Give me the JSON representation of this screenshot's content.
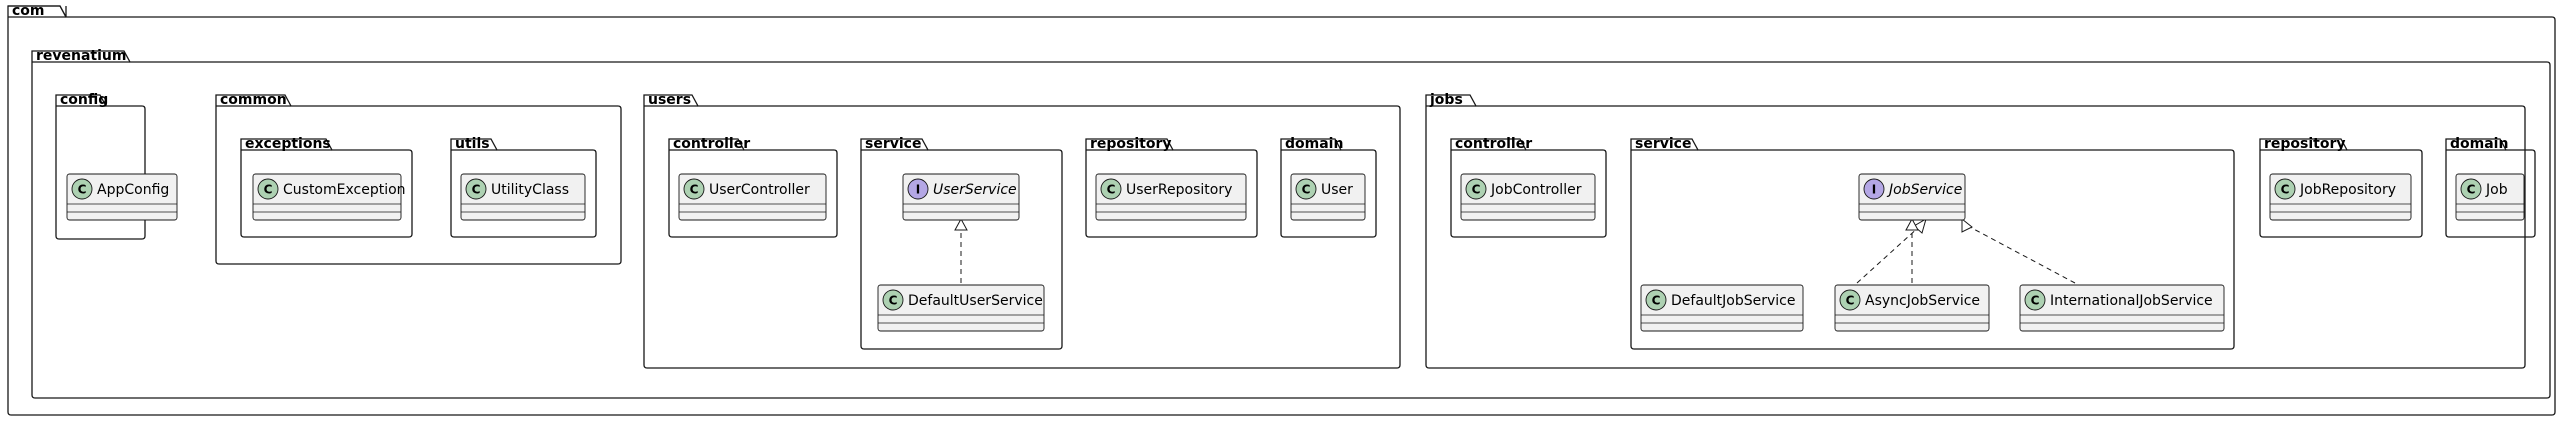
{
  "packages": {
    "com": "com",
    "revenatium": "revenatium",
    "config": "config",
    "common": "common",
    "exceptions": "exceptions",
    "utils": "utils",
    "users": "users",
    "users_controller": "controller",
    "users_service": "service",
    "users_repository": "repository",
    "users_domain": "domain",
    "jobs": "jobs",
    "jobs_controller": "controller",
    "jobs_service": "service",
    "jobs_repository": "repository",
    "jobs_domain": "domain"
  },
  "classes": {
    "app_config": "AppConfig",
    "custom_exception": "CustomException",
    "utility_class": "UtilityClass",
    "user_controller": "UserController",
    "user_service": "UserService",
    "default_user_service": "DefaultUserService",
    "user_repository": "UserRepository",
    "user": "User",
    "job_controller": "JobController",
    "job_service": "JobService",
    "default_job_service": "DefaultJobService",
    "async_job_service": "AsyncJobService",
    "international_job_service": "InternationalJobService",
    "job_repository": "JobRepository",
    "job": "Job"
  },
  "stereotype_glyphs": {
    "class": "C",
    "interface": "I"
  },
  "colors": {
    "class_fill": "#f1f1f1",
    "class_border": "#181818",
    "class_badge": "#add1b2",
    "interface_badge": "#b4a7e5",
    "package_border": "#181818",
    "edge": "#181818"
  }
}
